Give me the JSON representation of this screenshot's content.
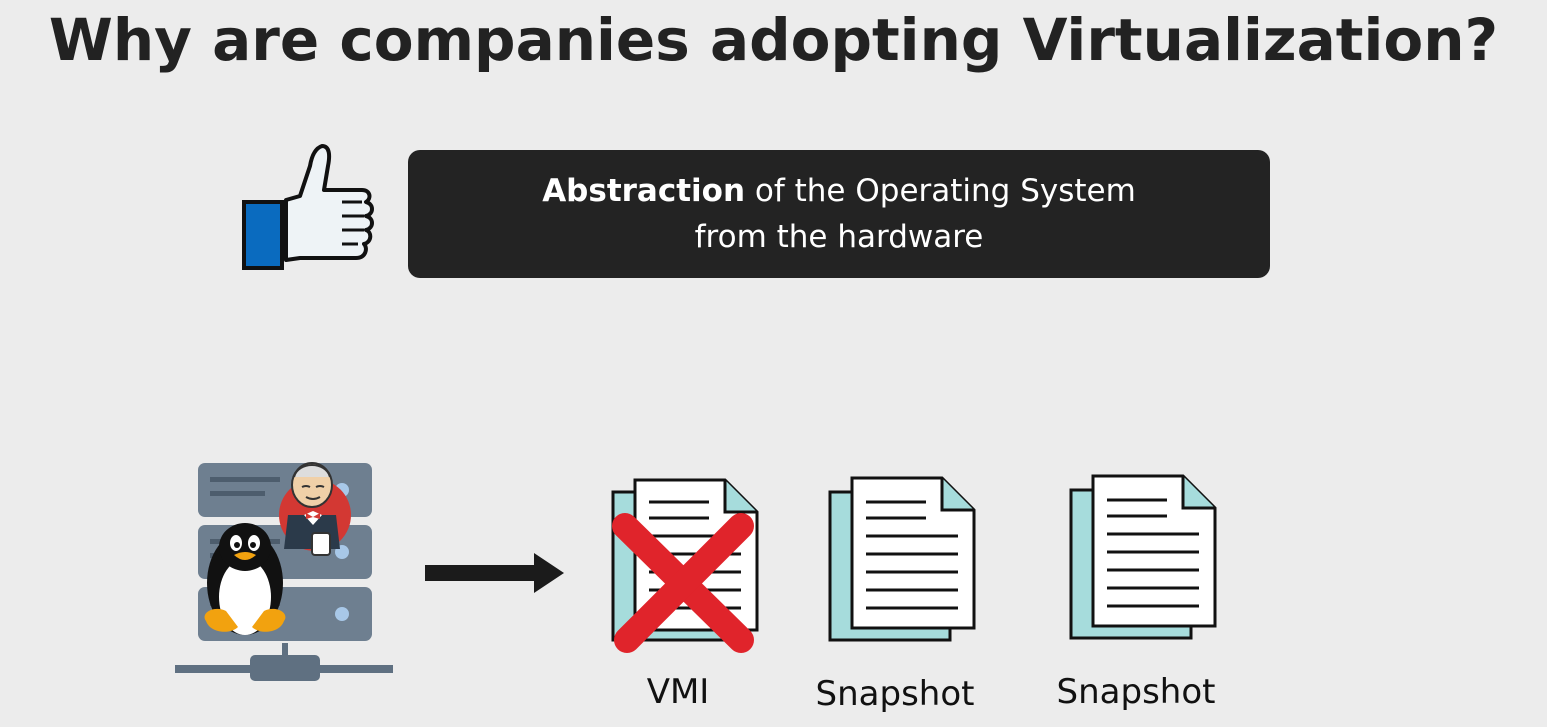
{
  "title": "Why are companies adopting Virtualization?",
  "callout": {
    "bold_text": "Abstraction",
    "line1_rest": " of the Operating System",
    "line2": "from the hardware"
  },
  "icons": {
    "thumb": "thumbs-up-icon",
    "server": "server-icon",
    "linux": "linux-penguin-icon",
    "jenkins": "jenkins-butler-icon",
    "arrow": "arrow-right-icon",
    "document": "document-icon",
    "cross": "red-x-icon"
  },
  "colors": {
    "background": "#ececec",
    "callout_bg": "#232323",
    "thumb_cuff": "#0a6bbf",
    "doc_shadow": "#a6dcdc",
    "cross": "#e0242b",
    "server_body": "#5f7081"
  },
  "documents": [
    {
      "label": "VMI",
      "crossed": true
    },
    {
      "label": "Snapshot",
      "crossed": false
    },
    {
      "label": "Snapshot",
      "crossed": false
    }
  ]
}
